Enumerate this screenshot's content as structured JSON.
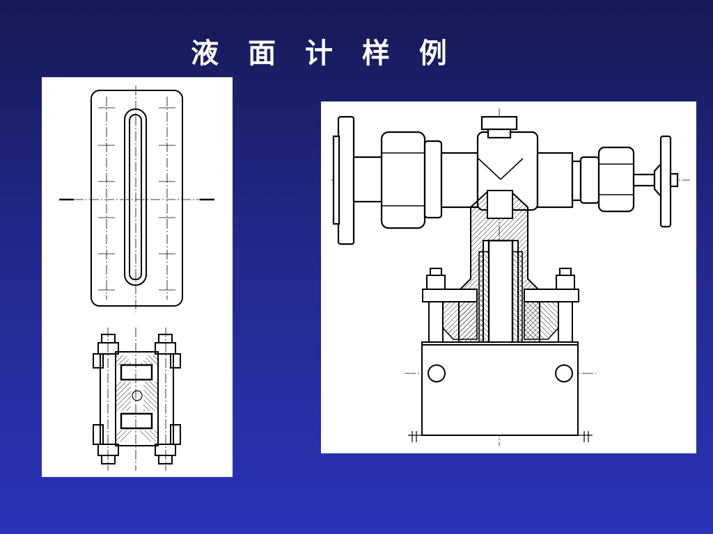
{
  "slide": {
    "title": "液 面 计 样 例"
  },
  "drawings": [
    {
      "name": "sight-glass-level-gauge"
    },
    {
      "name": "level-gauge-valve-assembly"
    }
  ]
}
